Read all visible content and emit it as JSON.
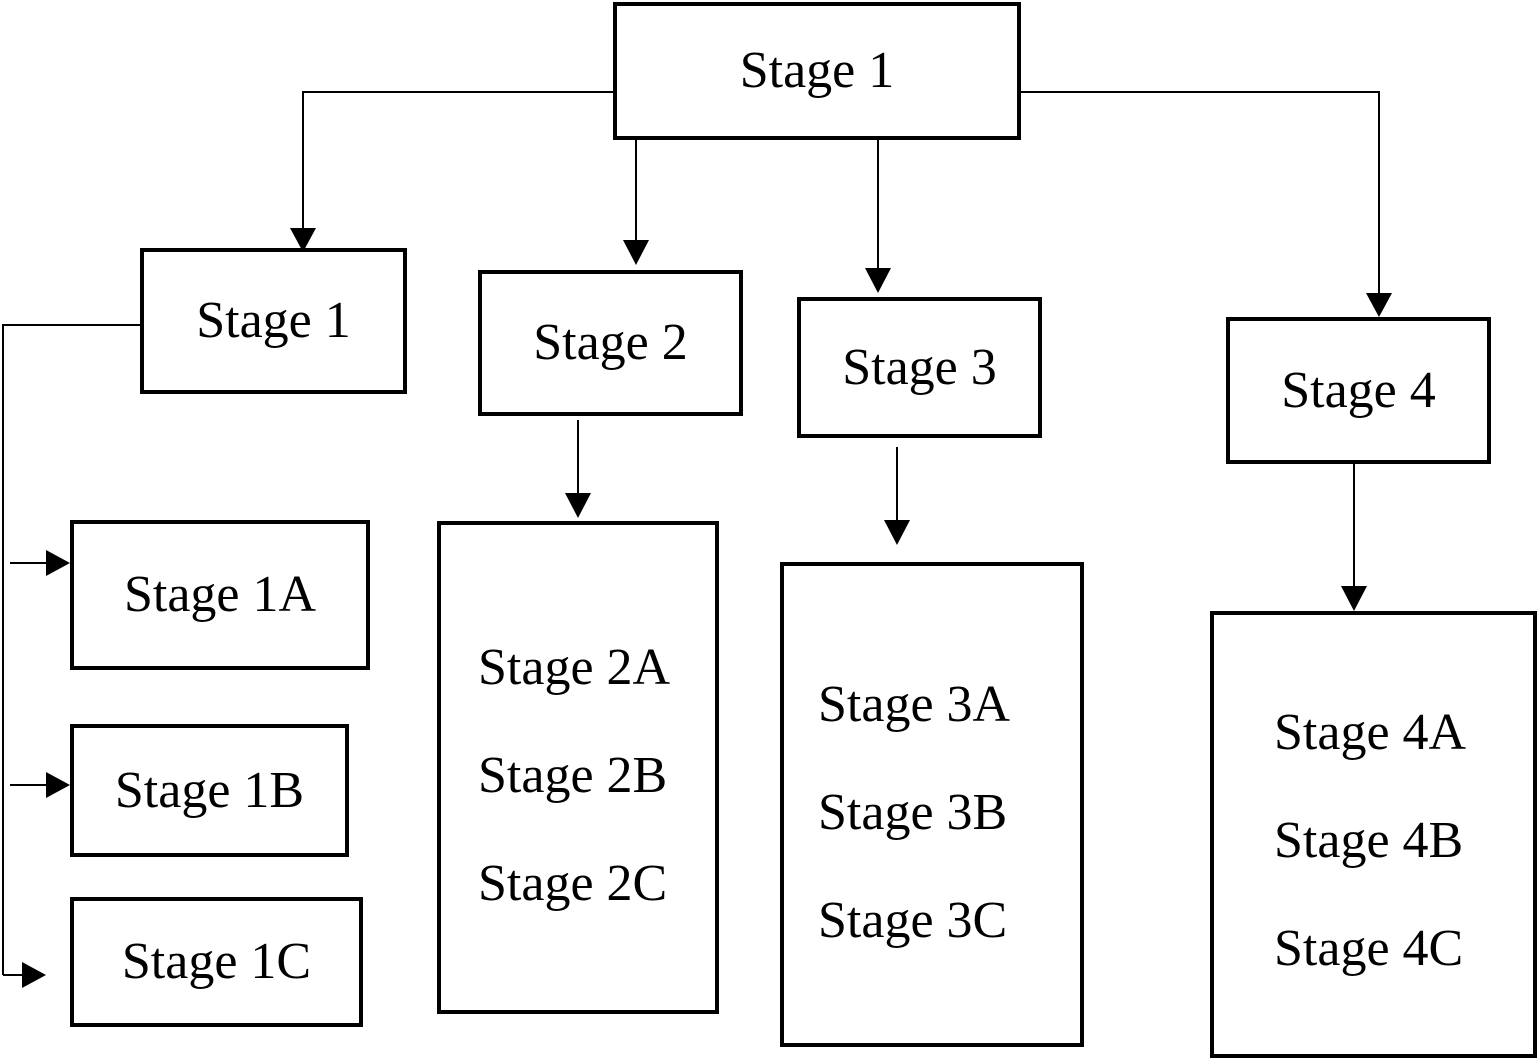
{
  "colors": {
    "line": "#000000",
    "background": "#ffffff"
  },
  "root": {
    "label": "Stage 1"
  },
  "stages": [
    {
      "label": "Stage 1",
      "substages": [
        "Stage 1A",
        "Stage 1B",
        "Stage 1C"
      ]
    },
    {
      "label": "Stage 2",
      "substages": [
        "Stage 2A",
        "Stage 2B",
        "Stage 2C"
      ]
    },
    {
      "label": "Stage 3",
      "substages": [
        "Stage 3A",
        "Stage 3B",
        "Stage 3C"
      ]
    },
    {
      "label": "Stage 4",
      "substages": [
        "Stage 4A",
        "Stage 4B",
        "Stage 4C"
      ]
    }
  ]
}
